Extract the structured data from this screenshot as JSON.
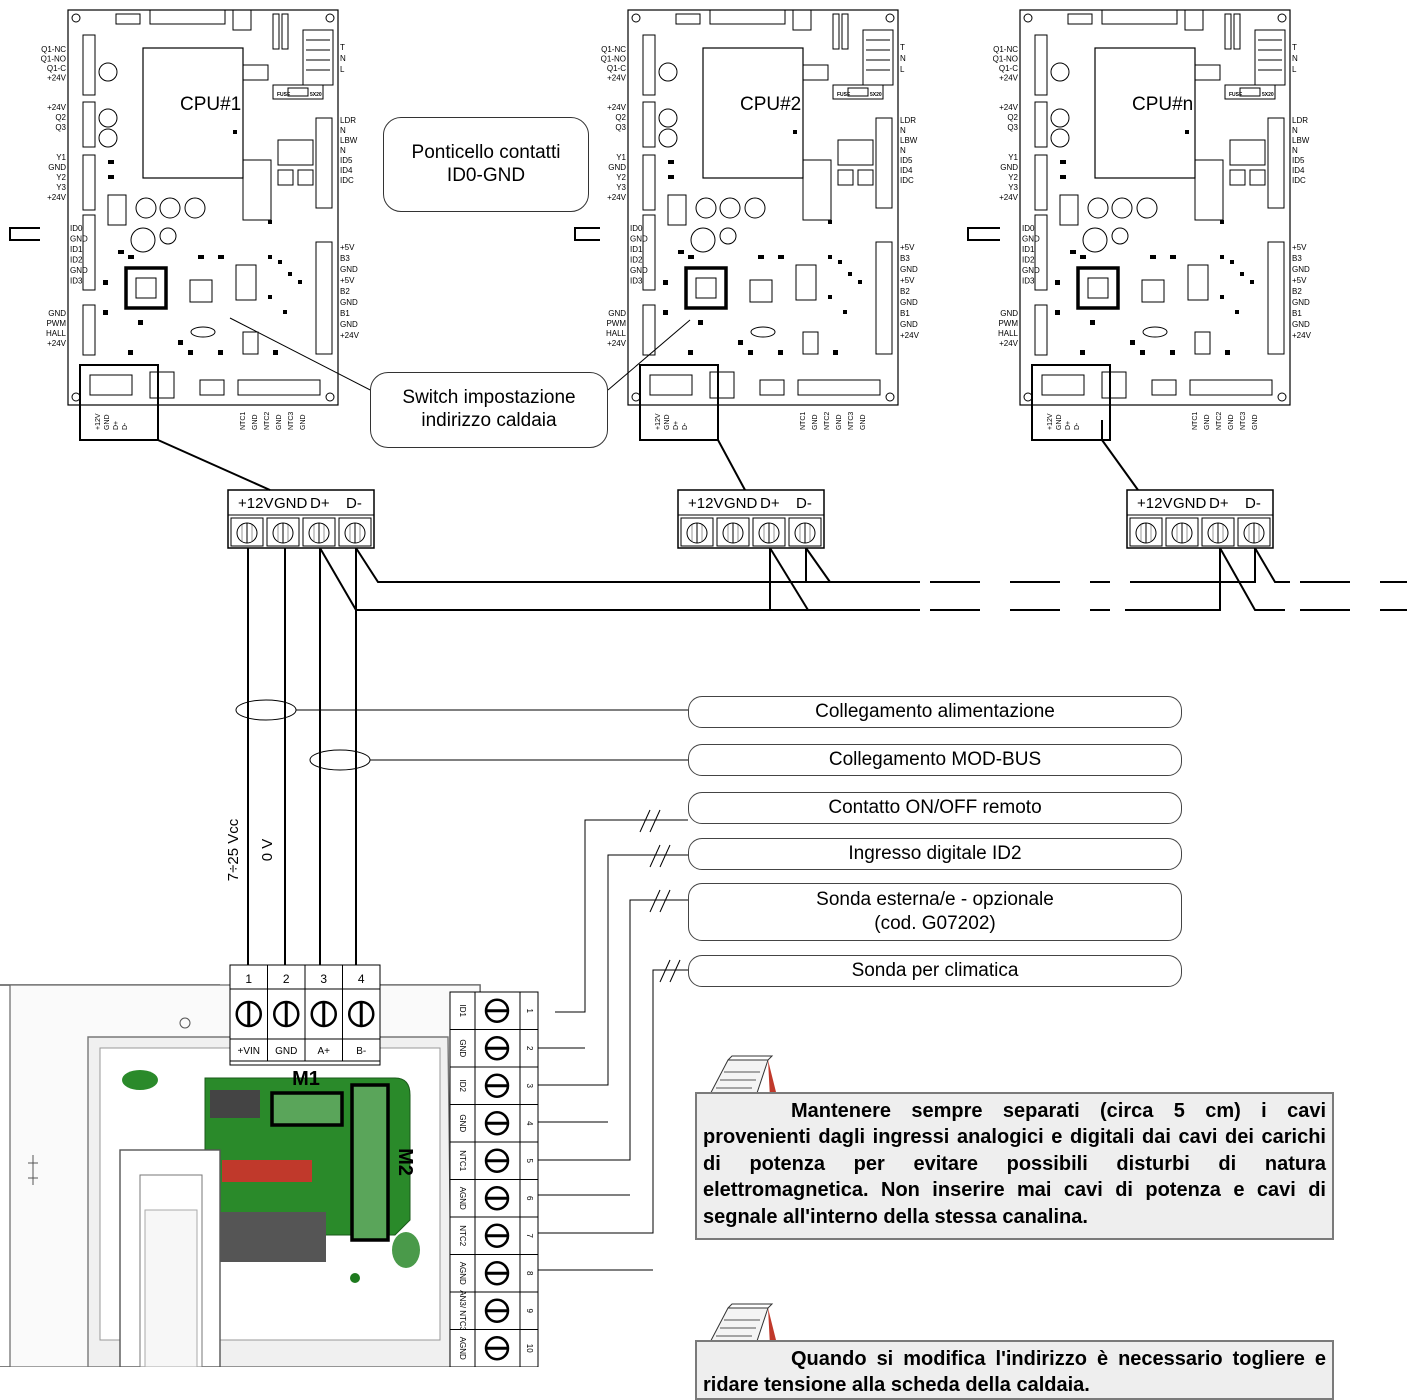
{
  "boards": [
    {
      "cpu": "CPU#1"
    },
    {
      "cpu": "CPU#2"
    },
    {
      "cpu": "CPU#n"
    }
  ],
  "board_pins": {
    "left_top": [
      "Q1-NC",
      "Q1-NO",
      "Q1-C",
      "+24V",
      "+24V",
      "Q2",
      "Q3",
      "Y1",
      "GND",
      "Y2",
      "Y3",
      "+24V"
    ],
    "left_mid": [
      "ID0",
      "GND",
      "ID1",
      "ID2",
      "GND",
      "ID3",
      "GND",
      "PWM",
      "HALL",
      "+24V"
    ],
    "right_top": [
      "T",
      "N",
      "L"
    ],
    "right_mid": [
      "LDR",
      "N",
      "LBW",
      "N",
      "ID5",
      "ID4",
      "IDC"
    ],
    "right_low": [
      "+5V",
      "B3",
      "GND",
      "+5V",
      "B2",
      "GND",
      "B1",
      "GND",
      "+24V"
    ],
    "bottom_bus": [
      "+12V",
      "GND",
      "D+",
      "D-"
    ],
    "bottom_ntc": [
      "NTC1",
      "GND",
      "NTC2",
      "GND",
      "NTC3",
      "GND"
    ],
    "fuse": [
      "FUSE",
      "5X20"
    ]
  },
  "terminal_blocks": {
    "labels": [
      "+12V",
      "GND",
      "D+",
      "D-"
    ]
  },
  "callouts": {
    "jumper": "Ponticello contatti\nID0-GND",
    "switch": "Switch impostazione\nindirizzo caldaia"
  },
  "wire_labels": {
    "supply": "7÷25 Vcc",
    "zero": "0 V"
  },
  "captions": [
    "Collegamento alimentazione",
    "Collegamento MOD-BUS",
    "Contatto ON/OFF remoto",
    "Ingresso digitale ID2",
    "Sonda esterna/e - opzionale\n(cod. G07202)",
    "Sonda per climatica"
  ],
  "controller": {
    "top_numbers": [
      "1",
      "2",
      "3",
      "4"
    ],
    "top_labels": [
      "+VIN",
      "GND",
      "A+",
      "B-"
    ],
    "m1": "M1",
    "m2": "M2",
    "side_labels": [
      "ID1",
      "GND",
      "ID2",
      "GND",
      "NTC1",
      "AGND",
      "NTC2",
      "AGND",
      "AN3/ NTC3",
      "AGND"
    ],
    "side_numbers": [
      "1",
      "2",
      "3",
      "4",
      "5",
      "6",
      "7",
      "8",
      "9",
      "10"
    ]
  },
  "notes": {
    "separation": "Mantenere sempre separati (circa 5 cm) i cavi provenienti dagli ingressi analogici e digitali dai cavi dei carichi di potenza per evitare possibili disturbi di natura elettromagnetica. Non inserire mai cavi di potenza e cavi di segnale all'interno della stessa canalina.",
    "address": "Quando si modifica l'indirizzo è necessario togliere e ridare tensione alla scheda della caldaia."
  }
}
